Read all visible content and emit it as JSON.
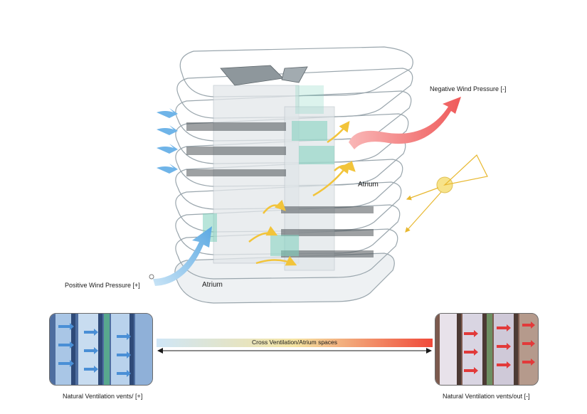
{
  "labels": {
    "negative_wind": "Negative Wind Pressure [-]",
    "positive_wind": "Positive Wind Pressure [+]",
    "atrium_upper": "Atrium",
    "atrium_lower": "Atrium",
    "cross_ventilation": "Cross Ventilation/Atrium spaces",
    "vents_in": "Natural Ventilation vents/ [+]",
    "vents_out": "Natural Ventilation vents/out [-]"
  },
  "colors": {
    "positive": "#6fb4e8",
    "negative": "#f06f6f",
    "airflow": "#f2c43a",
    "atrium_glass": "#7fd1bd",
    "sun": "#f7e38a",
    "gradient_start": "#cfe6f7",
    "gradient_mid": "#f4e3a1",
    "gradient_end": "#f04a3a"
  }
}
